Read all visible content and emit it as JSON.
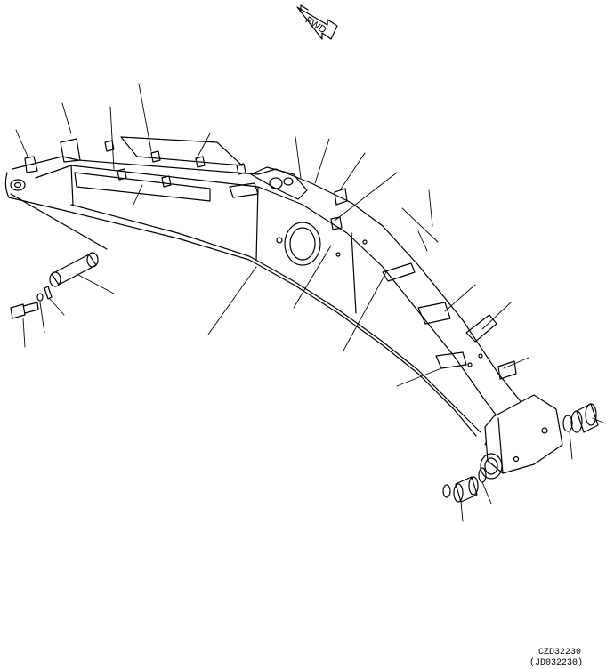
{
  "direction_badge": {
    "label": "FWD"
  },
  "drawing_codes": {
    "primary": "CZD32230",
    "secondary": "(JD032230)"
  }
}
